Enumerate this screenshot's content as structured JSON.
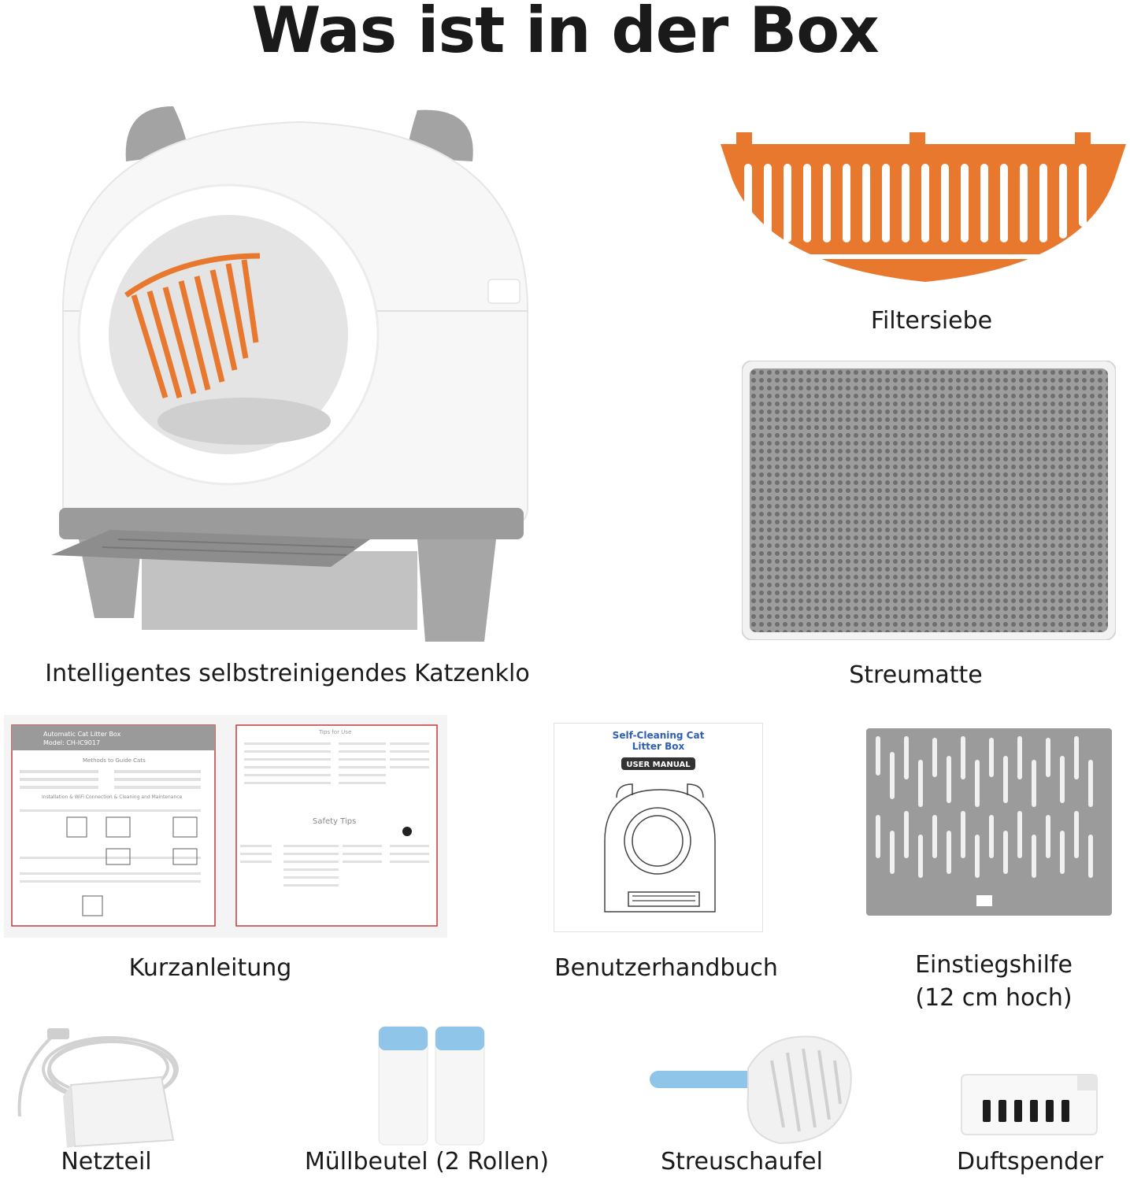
{
  "title": "Was ist in der Box",
  "items": [
    {
      "id": "litter-box",
      "label": "Intelligentes selbstreinigendes Katzenklo"
    },
    {
      "id": "filter",
      "label": "Filtersiebe"
    },
    {
      "id": "mat",
      "label": "Streumatte"
    },
    {
      "id": "quick-guide",
      "label": "Kurzanleitung"
    },
    {
      "id": "manual",
      "label": "Benutzerhandbuch"
    },
    {
      "id": "step",
      "label_lines": [
        "Einstiegshilfe",
        "(12 cm hoch)"
      ]
    },
    {
      "id": "adapter",
      "label": "Netzteil"
    },
    {
      "id": "bags",
      "label": "Müllbeutel (2 Rollen)"
    },
    {
      "id": "scoop",
      "label": "Streuschaufel"
    },
    {
      "id": "scent",
      "label": "Duftspender"
    }
  ],
  "manual_cover": {
    "title_line1": "Self-Cleaning Cat",
    "title_line2": "Litter Box",
    "badge": "USER MANUAL"
  },
  "quick_guide": {
    "left_title": "Automatic Cat Litter Box",
    "left_model": "Model: CH-IC9017",
    "left_heading": "Methods to Guide Cats",
    "left_install": "Installation & WiFi Connection & Cleaning and Maintenance",
    "right_title": "Tips for Use",
    "right_safety": "Safety Tips"
  },
  "colors": {
    "accent_orange": "#e8782e",
    "gray": "#9a9a9a",
    "blue": "#8ec5e8"
  }
}
